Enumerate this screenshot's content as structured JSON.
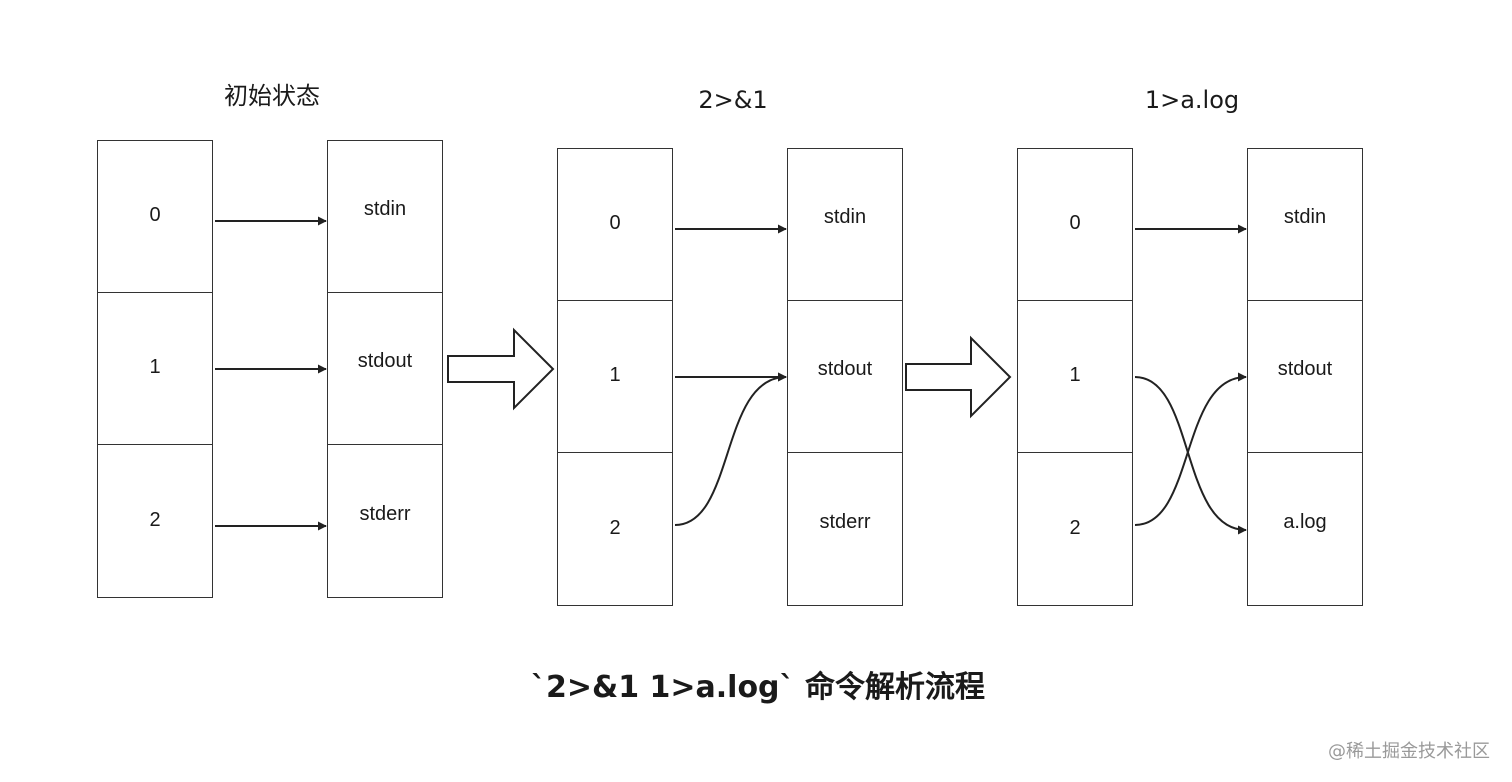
{
  "stages": [
    {
      "title": "初始状态",
      "fds": [
        "0",
        "1",
        "2"
      ],
      "targets": [
        "stdin",
        "stdout",
        "stderr"
      ]
    },
    {
      "title": "2>&1",
      "fds": [
        "0",
        "1",
        "2"
      ],
      "targets": [
        "stdin",
        "stdout",
        "stderr"
      ]
    },
    {
      "title": "1>a.log",
      "fds": [
        "0",
        "1",
        "2"
      ],
      "targets": [
        "stdin",
        "stdout",
        "a.log"
      ]
    }
  ],
  "caption": "`2>&1 1>a.log` 命令解析流程",
  "watermark": "@稀土掘金技术社区"
}
